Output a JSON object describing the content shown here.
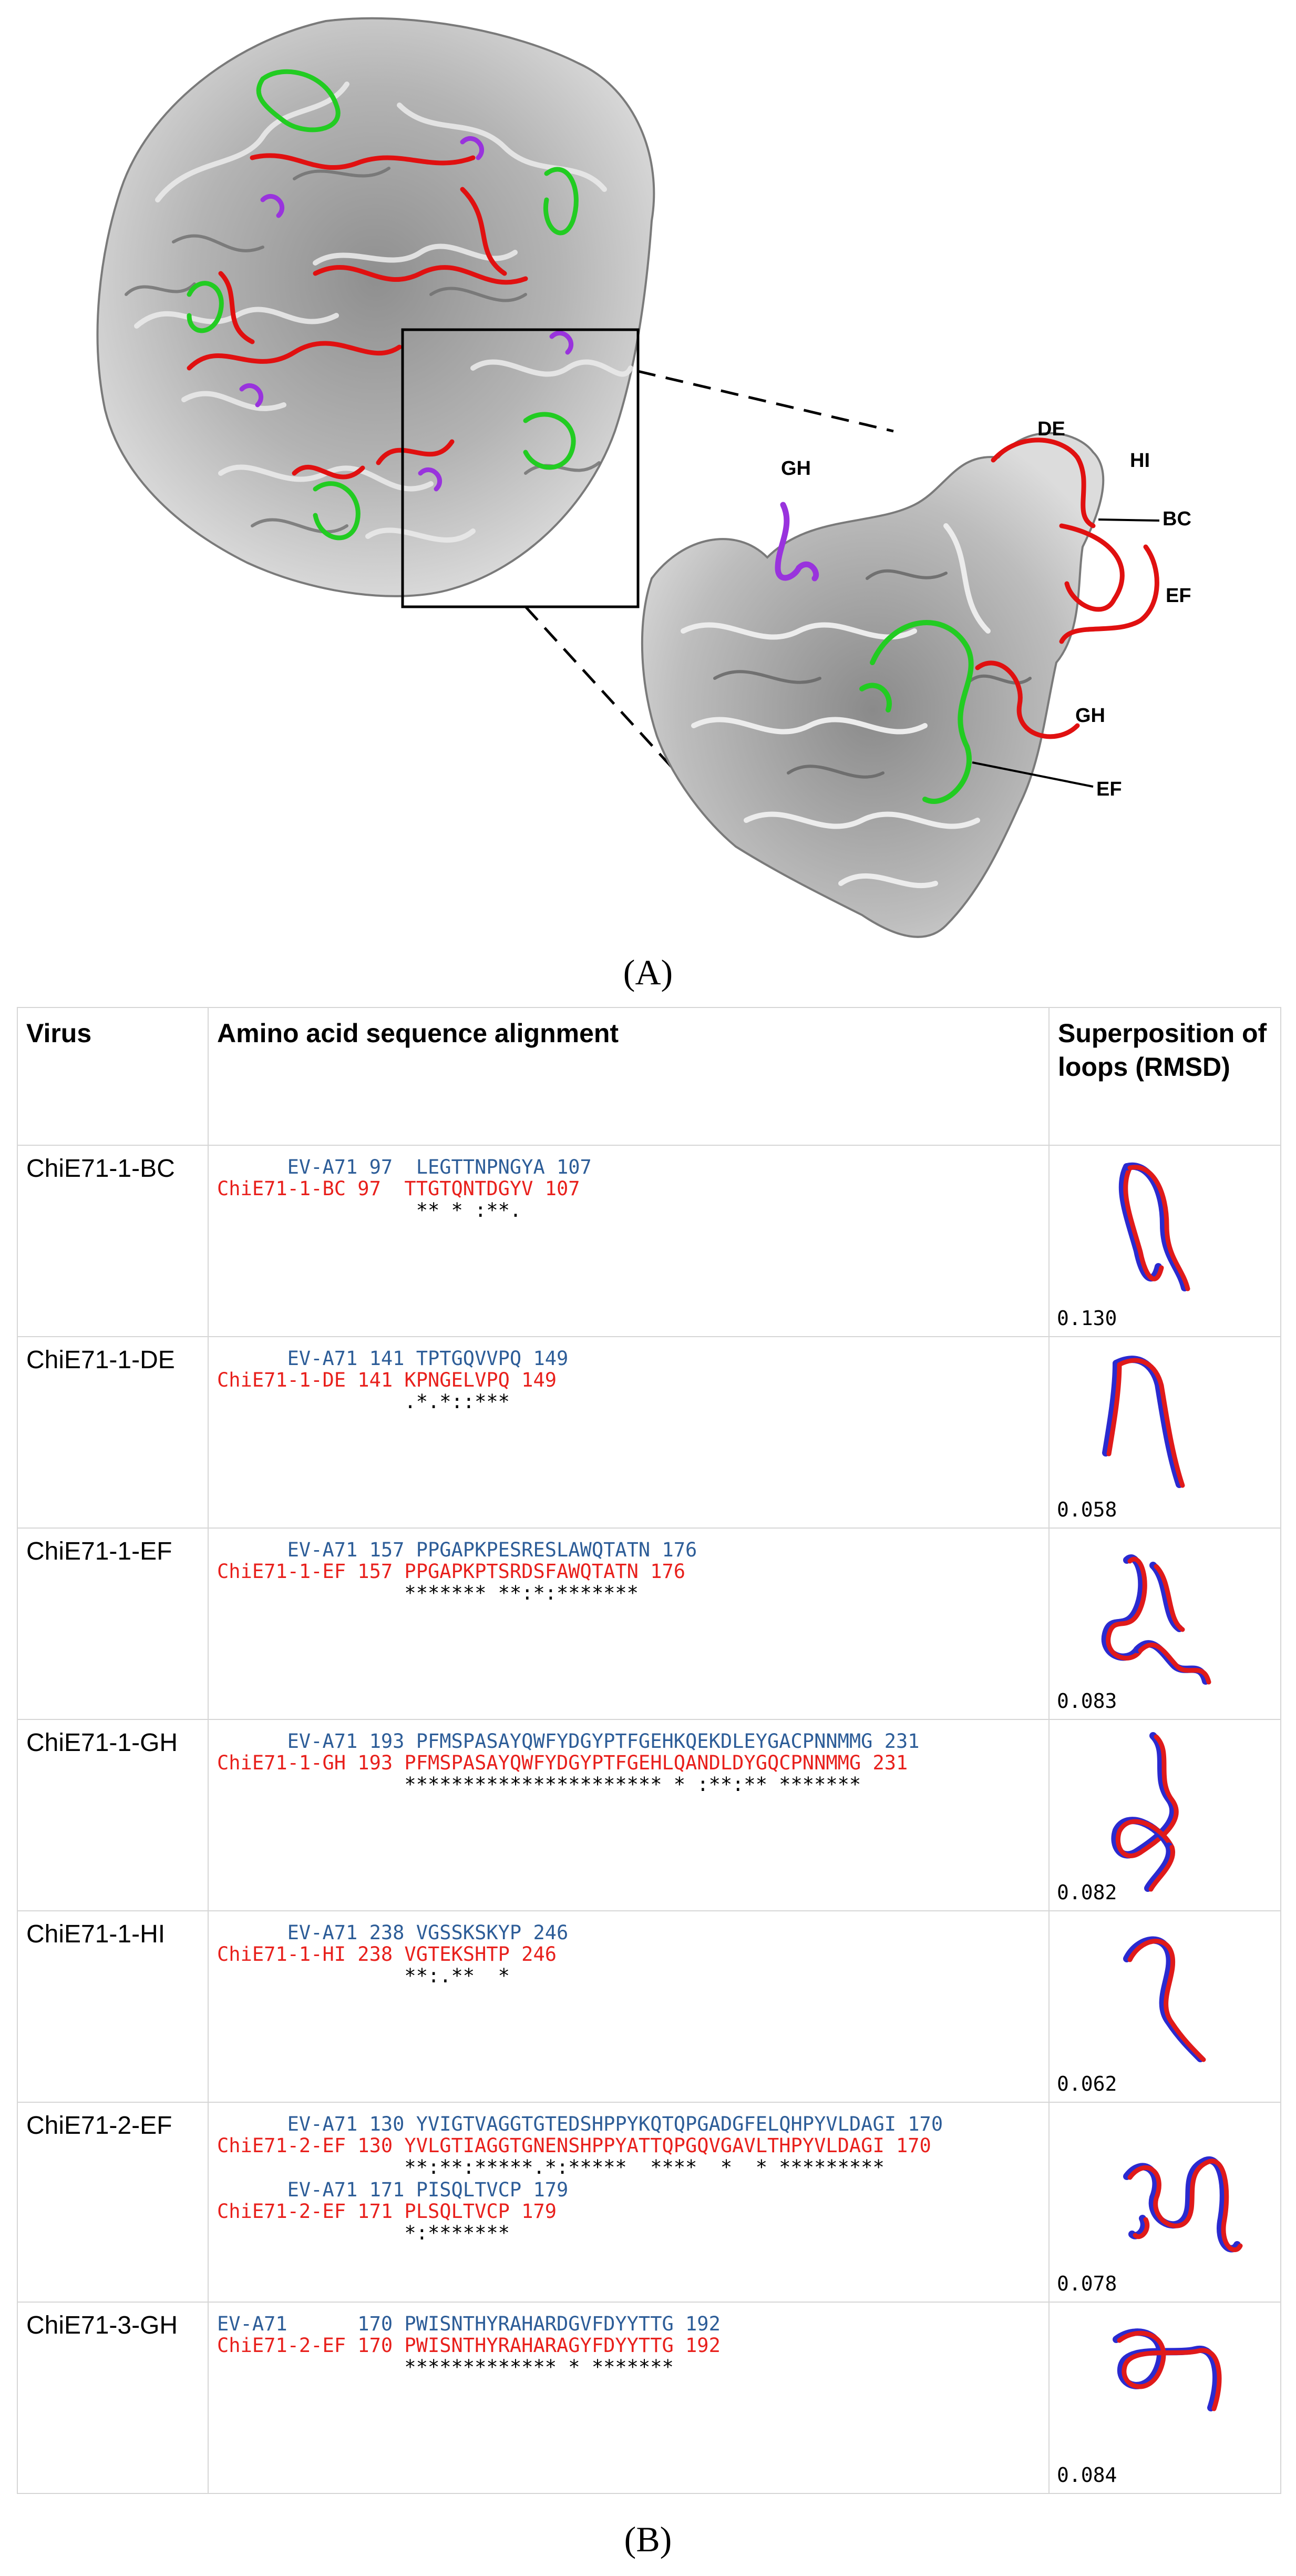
{
  "panel_a": {
    "caption": "(A)",
    "inset_labels": {
      "gh_purple": "GH",
      "de": "DE",
      "hi": "HI",
      "bc": "BC",
      "ef_red": "EF",
      "gh_red": "GH",
      "ef_green": "EF"
    },
    "colors": {
      "capsid": "#a9a9a9",
      "red_loops": "#e01010",
      "green_loops": "#22cc22",
      "purple_loops": "#9933dd"
    }
  },
  "panel_b": {
    "caption": "(B)",
    "headers": {
      "virus": "Virus",
      "alignment": "Amino acid sequence alignment",
      "superposition": "Superposition of loops (RMSD)"
    },
    "rows": [
      {
        "virus": "ChiE71-1-BC",
        "blocks": [
          {
            "ref": "      EV-A71 97  LEGTTNPNGYA 107",
            "chi": "ChiE71-1-BC 97  TTGTQNTDGYV 107",
            "cons": "                 ** * :**."
          }
        ],
        "rmsd": "0.130"
      },
      {
        "virus": "ChiE71-1-DE",
        "blocks": [
          {
            "ref": "      EV-A71 141 TPTGQVVPQ 149",
            "chi": "ChiE71-1-DE 141 KPNGELVPQ 149",
            "cons": "                .*.*::***"
          }
        ],
        "rmsd": "0.058"
      },
      {
        "virus": "ChiE71-1-EF",
        "blocks": [
          {
            "ref": "      EV-A71 157 PPGAPKPESRESLAWQTATN 176",
            "chi": "ChiE71-1-EF 157 PPGAPKPTSRDSFAWQTATN 176",
            "cons": "                ******* **:*:*******"
          }
        ],
        "rmsd": "0.083"
      },
      {
        "virus": "ChiE71-1-GH",
        "blocks": [
          {
            "ref": "      EV-A71 193 PFMSPASAYQWFYDGYPTFGEHKQEKDLEYGACPNNMMG 231",
            "chi": "ChiE71-1-GH 193 PFMSPASAYQWFYDGYPTFGEHLQANDLDYGQCPNNMMG 231",
            "cons": "                ********************** * :**:** *******"
          }
        ],
        "rmsd": "0.082"
      },
      {
        "virus": "ChiE71-1-HI",
        "blocks": [
          {
            "ref": "      EV-A71 238 VGSSKSKYP 246",
            "chi": "ChiE71-1-HI 238 VGTEKSHTP 246",
            "cons": "                **:.**  *"
          }
        ],
        "rmsd": "0.062"
      },
      {
        "virus": "ChiE71-2-EF",
        "blocks": [
          {
            "ref": "      EV-A71 130 YVIGTVAGGTGTEDSHPPYKQTQPGADGFELQHPYVLDAGI 170",
            "chi": "ChiE71-2-EF 130 YVLGTIAGGTGNENSHPPYATTQPGQVGAVLTHPYVLDAGI 170",
            "cons": "                **:**:*****.*:*****  ****  *  * *********"
          },
          {
            "ref": "      EV-A71 171 PISQLTVCP 179",
            "chi": "ChiE71-2-EF 171 PLSQLTVCP 179",
            "cons": "                *:*******"
          }
        ],
        "rmsd": "0.078"
      },
      {
        "virus": "ChiE71-3-GH",
        "blocks": [
          {
            "ref": "EV-A71      170 PWISNTHYRAHARDGVFDYYTTG 192",
            "chi": "ChiE71-2-EF 170 PWISNTHYRAHARAGYFDYYTTG 192",
            "cons": "                ************* * *******"
          }
        ],
        "rmsd": "0.084"
      }
    ]
  }
}
